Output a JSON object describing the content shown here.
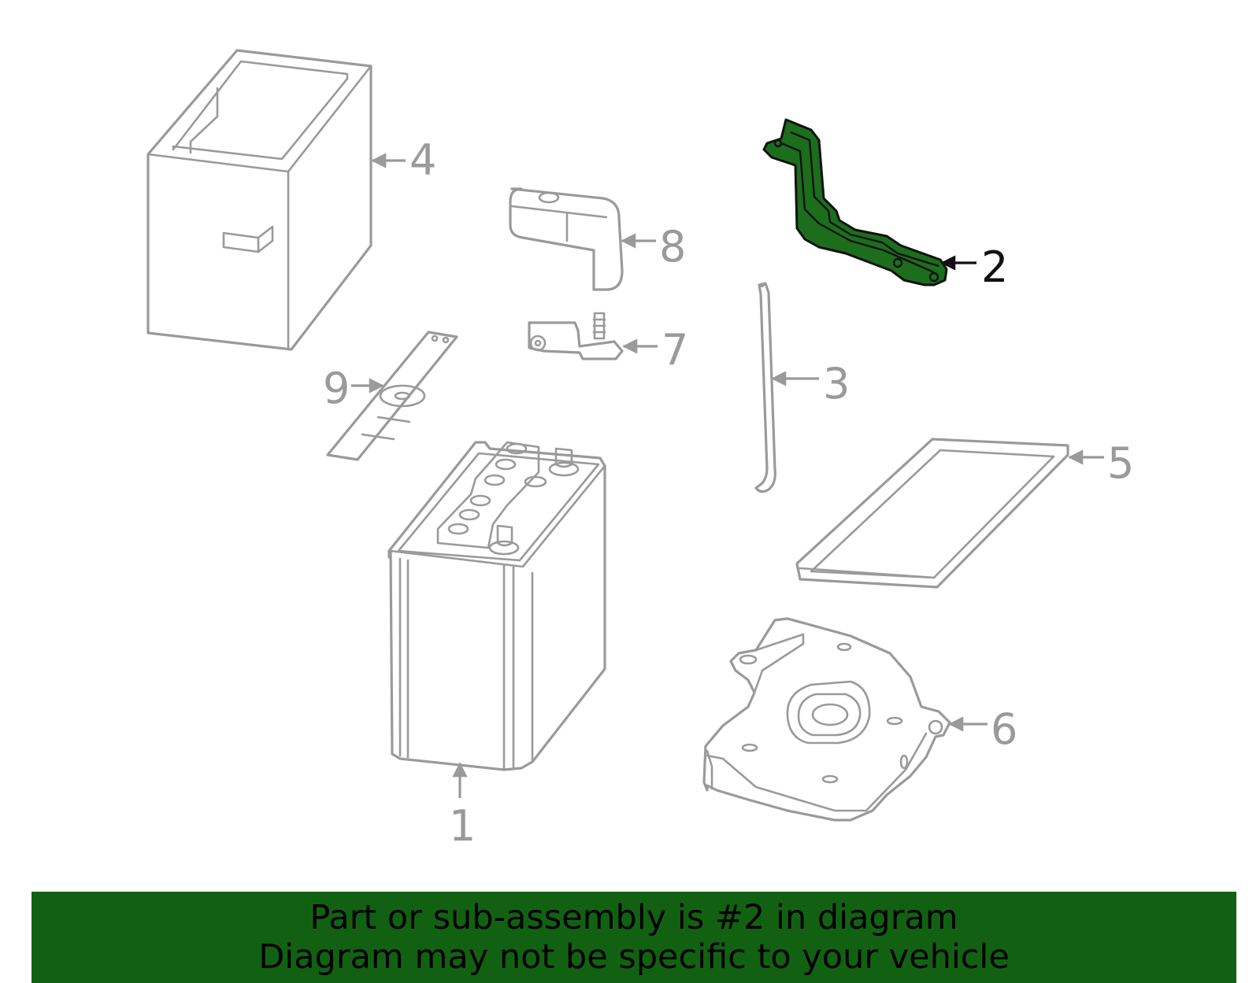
{
  "callouts": {
    "c1": "1",
    "c2": "2",
    "c3": "3",
    "c4": "4",
    "c5": "5",
    "c6": "6",
    "c7": "7",
    "c8": "8",
    "c9": "9"
  },
  "highlighted_part": "2",
  "colors": {
    "highlight": "#1c6e1c",
    "banner": "#126112",
    "line": "#9a9a9a"
  },
  "banner": {
    "line1": "Part or sub-assembly is #2 in diagram",
    "line2": "Diagram may not be specific to your vehicle"
  }
}
